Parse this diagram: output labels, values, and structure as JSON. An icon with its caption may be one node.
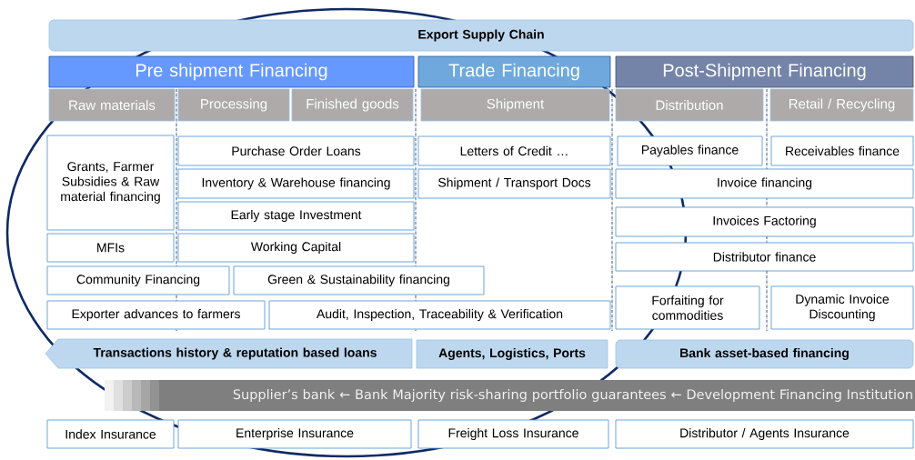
{
  "diagram": {
    "nodes": [
      {
        "text": [
          "Export Supply Chain"
        ]
      },
      {
        "text": [
          "Pre shipment Financing"
        ]
      },
      {
        "text": [
          "Trade Financing"
        ]
      },
      {
        "text": [
          "Post-Shipment Financing"
        ]
      },
      {
        "text": [
          "Raw materials"
        ]
      },
      {
        "text": [
          "Processing"
        ]
      },
      {
        "text": [
          "Finished goods"
        ]
      },
      {
        "text": [
          "Shipment"
        ]
      },
      {
        "text": [
          "Distribution"
        ]
      },
      {
        "text": [
          "Retail / Recycling"
        ]
      },
      {
        "text": [
          "Grants, Farmer Subsidies & Raw material financing"
        ]
      },
      {
        "text": [
          "Purchase Order Loans"
        ]
      },
      {
        "text": [
          "Inventory & Warehouse financing"
        ]
      },
      {
        "text": [
          "Early stage Investment"
        ]
      },
      {
        "text": [
          "Letters of Credit …"
        ]
      },
      {
        "text": [
          "Shipment / Transport Docs"
        ]
      },
      {
        "text": [
          "Payables finance"
        ]
      },
      {
        "text": [
          "Receivables finance"
        ]
      },
      {
        "text": [
          "Invoice financing"
        ]
      },
      {
        "text": [
          "Invoices Factoring"
        ]
      },
      {
        "text": [
          "Distributor finance"
        ]
      },
      {
        "text": [
          "MFIs"
        ]
      },
      {
        "text": [
          "Working Capital"
        ]
      },
      {
        "text": [
          "Community Financing"
        ]
      },
      {
        "text": [
          "Green & Sustainability financing"
        ]
      },
      {
        "text": [
          "Exporter advances to farmers"
        ]
      },
      {
        "text": [
          "Audit, Inspection, Traceability & Verification"
        ]
      },
      {
        "text": [
          "Forfaiting for commodities"
        ]
      },
      {
        "text": [
          "Dynamic Invoice Discounting"
        ]
      },
      {
        "text": [
          "Transactions history & reputation based loans"
        ]
      },
      {
        "text": [
          "Agents, Logistics, Ports"
        ]
      },
      {
        "text": [
          "Bank asset-based financing"
        ]
      },
      {
        "text": [
          "Supplier’s bank ← Bank Majority risk-sharing portfolio guarantees ← Development Financing Institution"
        ]
      },
      {
        "text": [
          "Index Insurance"
        ]
      },
      {
        "text": [
          "Enterprise Insurance"
        ]
      },
      {
        "text": [
          "Freight Loss Insurance"
        ]
      },
      {
        "text": [
          "Distributor / Agents Insurance"
        ]
      }
    ]
  }
}
